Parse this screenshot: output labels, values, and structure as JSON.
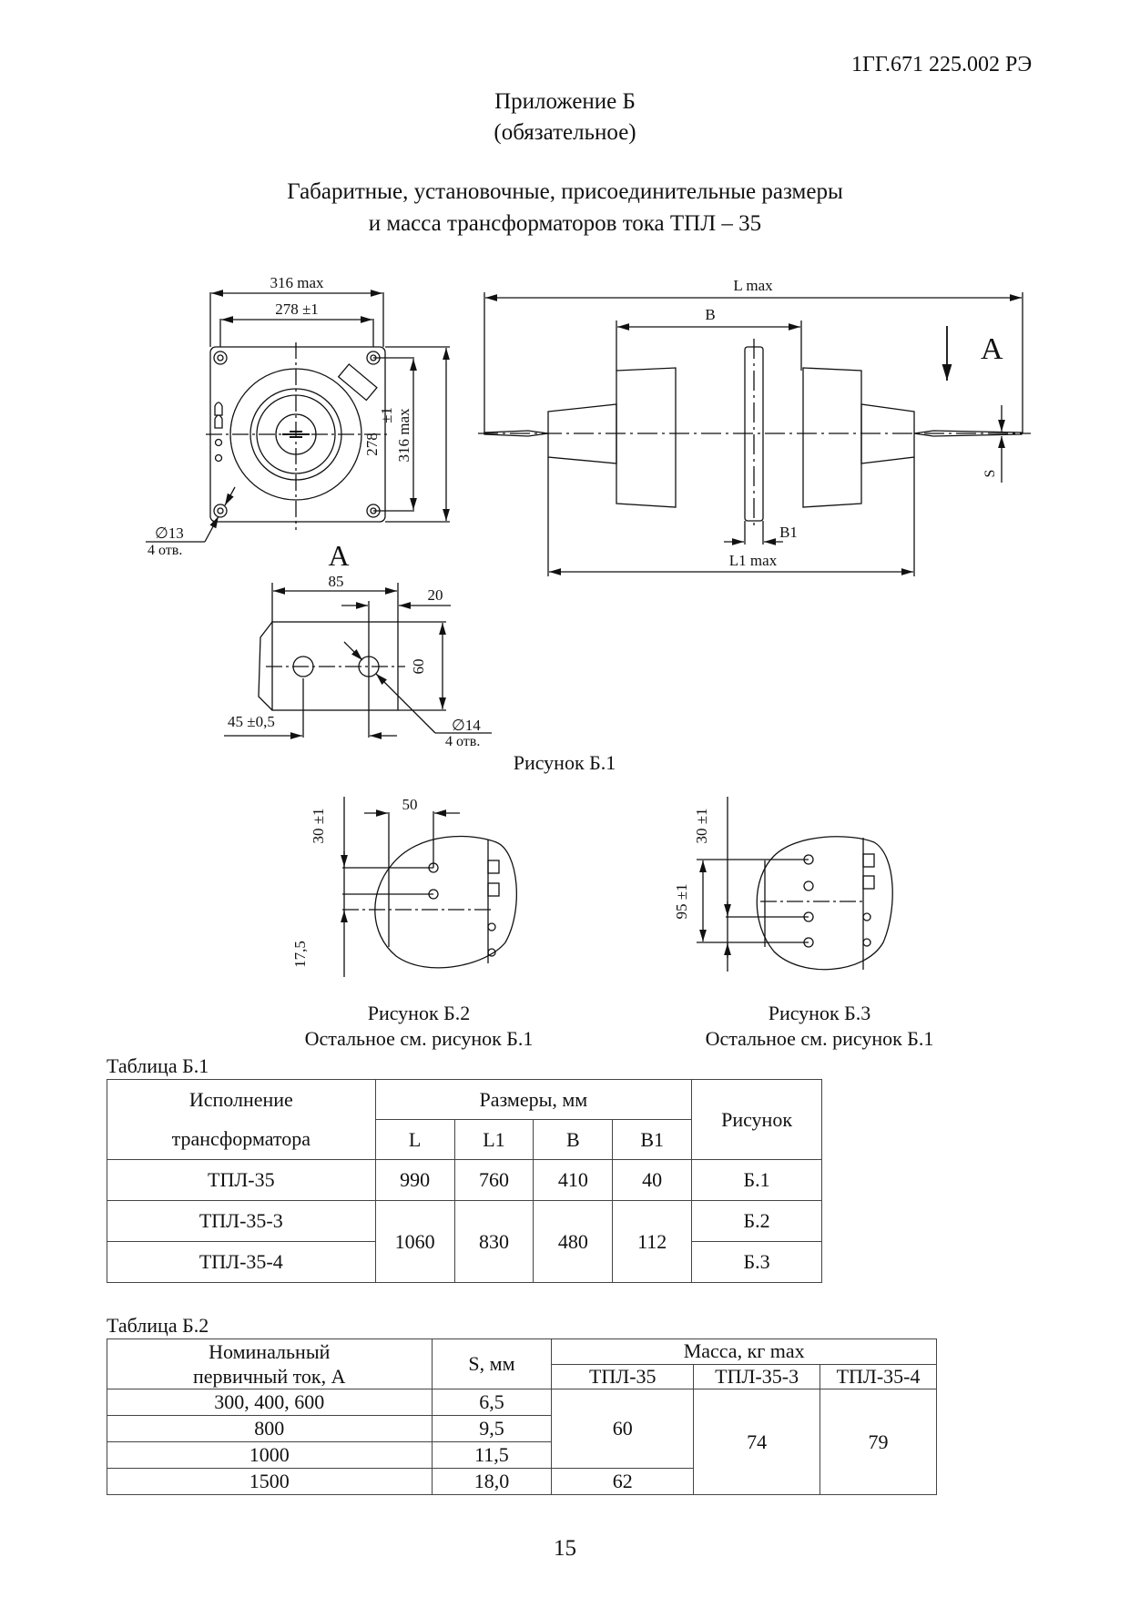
{
  "header": {
    "doc_code": "1ГГ.671 225.002 РЭ"
  },
  "title": {
    "appendix": "Приложение Б",
    "status": "(обязательное)",
    "heading_line1": "Габаритные, установочные, присоединительные размеры",
    "heading_line2": "и масса трансформаторов тока ТПЛ – 35"
  },
  "figure1": {
    "caption": "Рисунок Б.1",
    "front_view": {
      "dim_outer": "316 max",
      "dim_holes": "278 ±1",
      "dim_outer_v": "316 max",
      "dim_holes_v": "278",
      "dim_holes_v_tol": "±1",
      "hole_dia": "∅13",
      "hole_count": "4 отв."
    },
    "side_view": {
      "dim_L": "L max",
      "dim_B": "B",
      "dim_B1": "B1",
      "dim_L1": "L1 max",
      "dim_S": "S",
      "view_marker": "A"
    },
    "view_a": {
      "label": "A",
      "dim_85": "85",
      "dim_20": "20",
      "dim_60": "60",
      "dim_45": "45 ±0,5",
      "hole_dia": "∅14",
      "hole_count": "4 отв."
    }
  },
  "figure2": {
    "caption": "Рисунок Б.2",
    "note": "Остальное см. рисунок Б.1",
    "dim_50": "50",
    "dim_30": "30 ±1",
    "dim_17": "17,5"
  },
  "figure3": {
    "caption": "Рисунок Б.3",
    "note": "Остальное см. рисунок Б.1",
    "dim_30": "30 ±1",
    "dim_95": "95 ±1"
  },
  "table1": {
    "caption": "Таблица Б.1",
    "head": {
      "col1_line1": "Исполнение",
      "col1_line2": "трансформатора",
      "sizes": "Размеры, мм",
      "figure": "Рисунок",
      "sub": [
        "L",
        "L1",
        "B",
        "B1"
      ]
    },
    "rows": [
      {
        "model": "ТПЛ-35",
        "L": "990",
        "L1": "760",
        "B": "410",
        "B1": "40",
        "figure": "Б.1"
      },
      {
        "model": "ТПЛ-35-3",
        "L": "1060",
        "L1": "830",
        "B": "480",
        "B1": "112",
        "figure": "Б.2"
      },
      {
        "model": "ТПЛ-35-4",
        "figure": "Б.3"
      }
    ]
  },
  "table2": {
    "caption": "Таблица Б.2",
    "head": {
      "col1_line1": "Номинальный",
      "col1_line2": "первичный ток, А",
      "s": "S, мм",
      "mass": "Масса, кг max",
      "sub": [
        "ТПЛ-35",
        "ТПЛ-35-3",
        "ТПЛ-35-4"
      ]
    },
    "rows": [
      {
        "current": "300, 400, 600",
        "s": "6,5"
      },
      {
        "current": "800",
        "s": "9,5"
      },
      {
        "current": "1000",
        "s": "11,5"
      },
      {
        "current": "1500",
        "s": "18,0"
      }
    ],
    "mass_tpl35_a": "60",
    "mass_tpl35_b": "62",
    "mass_tpl353": "74",
    "mass_tpl354": "79"
  },
  "footer": {
    "page_number": "15"
  }
}
